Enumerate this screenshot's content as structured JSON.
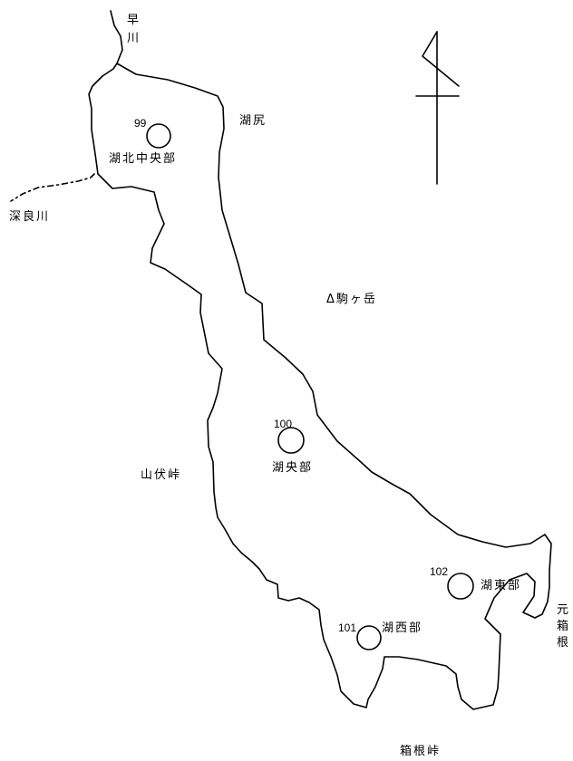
{
  "map": {
    "places": {
      "hayakawa_line1": "早",
      "hayakawa_line2": "川",
      "kojiri": "湖尻",
      "fukaragawa": "深良川",
      "komagatake": "Δ駒ヶ岳",
      "yamabushi_toge": "山伏峠",
      "motohakone_line1": "元",
      "motohakone_line2": "箱",
      "motohakone_line3": "根",
      "hakone_toge": "箱根峠"
    },
    "stations": [
      {
        "id": "99",
        "name": "湖北中央部"
      },
      {
        "id": "100",
        "name": "湖央部"
      },
      {
        "id": "101",
        "name": "湖西部"
      },
      {
        "id": "102",
        "name": "湖東部"
      }
    ],
    "colors": {
      "line": "#000000",
      "background": "#ffffff"
    },
    "icons": {
      "north_arrow": "north-arrow-icon",
      "summit_marker": "triangle-summit-icon"
    }
  }
}
